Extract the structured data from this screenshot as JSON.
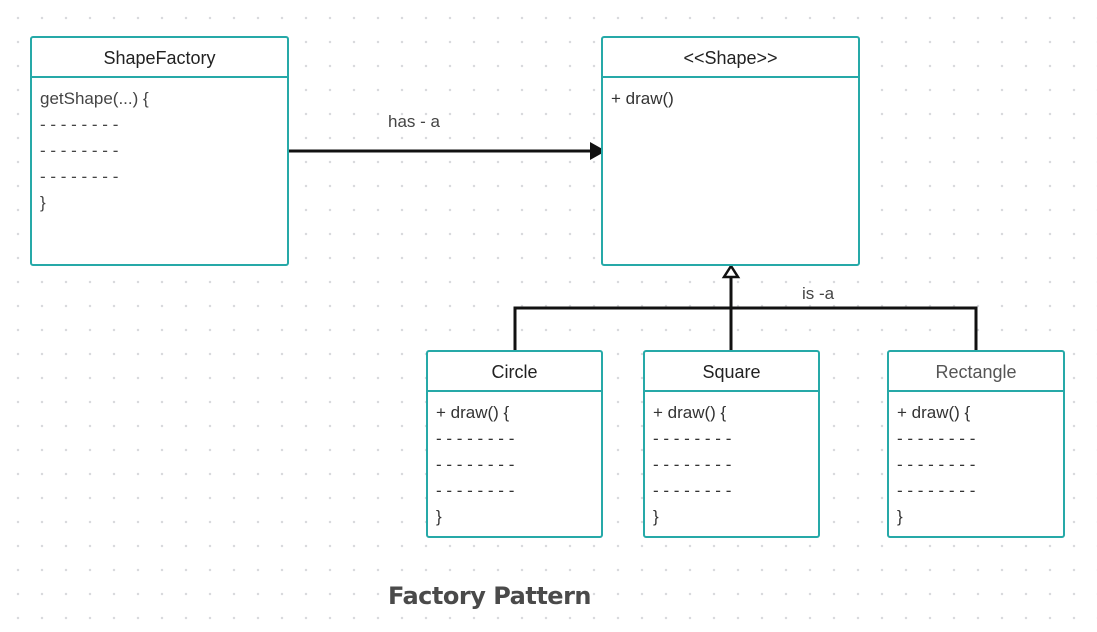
{
  "diagram": {
    "title": "Factory Pattern",
    "line_color": "#111111",
    "box_color": "#26a9a8",
    "classes": {
      "shape_factory": {
        "name": "ShapeFactory",
        "lines": [
          "getShape(...) {",
          "- - - - - - - -",
          "- - - - - - - -",
          "- - - - - - - -",
          "}"
        ]
      },
      "shape": {
        "name": "<<Shape>>",
        "lines": [
          "+ draw()"
        ]
      },
      "circle": {
        "name": "Circle",
        "lines": [
          "+ draw() {",
          "- - - - - - - -",
          "- - - - - - - -",
          "- - - - - - - -",
          "}"
        ]
      },
      "square": {
        "name": "Square",
        "lines": [
          "+ draw() {",
          "- - - - - - - -",
          "- - - - - - - -",
          "- - - - - - - -",
          "}"
        ]
      },
      "rectangle": {
        "name": "Rectangle",
        "lines": [
          "+ draw() {",
          "- - - - - - - -",
          "- - - - - - - -",
          "- - - - - - - -",
          "}"
        ]
      }
    },
    "relations": {
      "association_label": "has - a",
      "inheritance_label": "is -a"
    }
  }
}
